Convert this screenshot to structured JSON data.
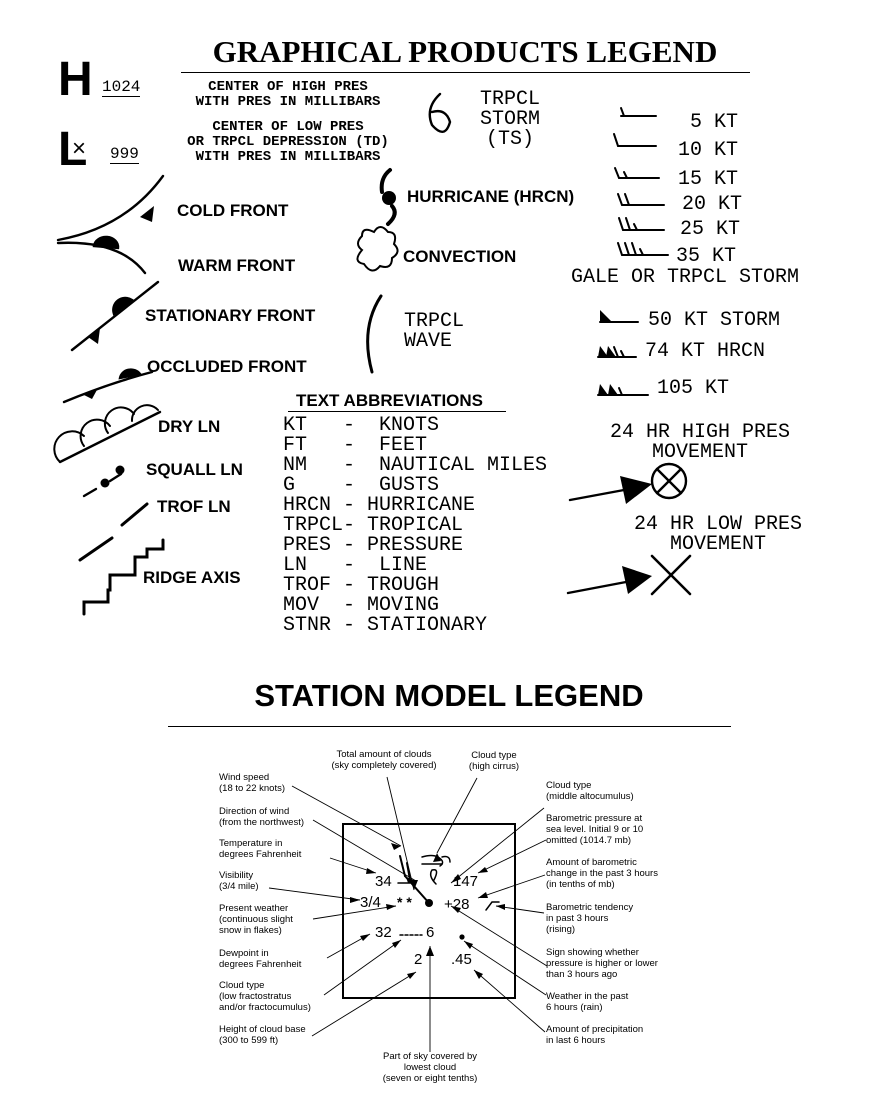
{
  "graphical": {
    "title": "GRAPHICAL PRODUCTS LEGEND",
    "high": {
      "letter": "H",
      "value": "1024",
      "line1": "CENTER OF HIGH PRES",
      "line2": "WITH PRES IN MILLIBARS"
    },
    "low": {
      "letter": "L",
      "value": "999",
      "line1": "CENTER OF LOW PRES",
      "line2": "OR TRPCL DEPRESSION (TD)",
      "line3": "WITH PRES IN MILLIBARS"
    },
    "fronts": {
      "cold": "COLD FRONT",
      "warm": "WARM FRONT",
      "stationary": "STATIONARY FRONT",
      "occluded": "OCCLUDED FRONT",
      "dry": "DRY LN",
      "squall": "SQUALL LN",
      "trof": "TROF LN",
      "ridge": "RIDGE AXIS"
    },
    "storms": {
      "ts_line1": "TRPCL",
      "ts_line2": "STORM",
      "ts_line3": "(TS)",
      "hurricane": "HURRICANE (HRCN)",
      "convection": "CONVECTION",
      "wave_line1": "TRPCL",
      "wave_line2": "WAVE"
    },
    "winds": [
      "5 KT",
      "10 KT",
      "15 KT",
      "20 KT",
      "25 KT",
      "35 KT"
    ],
    "gale": "GALE OR TRPCL STORM",
    "storm_winds": [
      "50 KT STORM",
      "74 KT HRCN",
      "105 KT"
    ],
    "abbrev_title": "TEXT ABBREVIATIONS",
    "abbreviations": [
      "KT   -  KNOTS",
      "FT   -  FEET",
      "NM   -  NAUTICAL MILES",
      "G    -  GUSTS",
      "HRCN - HURRICANE",
      "TRPCL- TROPICAL",
      "PRES - PRESSURE",
      "LN   -  LINE",
      "TROF - TROUGH",
      "MOV  - MOVING",
      "STNR - STATIONARY"
    ],
    "movement": {
      "high_line1": "24 HR HIGH PRES",
      "high_line2": "MOVEMENT",
      "low_line1": "24 HR LOW PRES",
      "low_line2": "MOVEMENT"
    }
  },
  "station": {
    "title": "STATION MODEL LEGEND",
    "values": {
      "temp": "34",
      "pressure": "147",
      "visibility": "3/4",
      "tendency": "+28",
      "dewpoint": "32",
      "low_cloud_cover": "6",
      "cloud_base": "2",
      "precip": ".45"
    },
    "labels": {
      "total_clouds": [
        "Total amount of clouds",
        "(sky completely covered)"
      ],
      "cloud_high": [
        "Cloud type",
        "(high cirrus)"
      ],
      "wind_speed": [
        "Wind speed",
        "(18 to 22 knots)"
      ],
      "wind_dir": [
        "Direction of wind",
        "(from the northwest)"
      ],
      "temperature": [
        "Temperature in",
        "degrees Fahrenheit"
      ],
      "visibility": [
        "Visibility",
        "(3/4 mile)"
      ],
      "present_weather": [
        "Present weather",
        "(continuous slight",
        "snow in flakes)"
      ],
      "dewpoint": [
        "Dewpoint in",
        "degrees Fahrenheit"
      ],
      "cloud_low": [
        "Cloud type",
        "(low fractostratus",
        "and/or fractocumulus)"
      ],
      "cloud_base": [
        "Height of cloud base",
        "(300 to 599 ft)"
      ],
      "sky_lowest": [
        "Part of sky covered by",
        "lowest cloud",
        "(seven or eight tenths)"
      ],
      "cloud_middle": [
        "Cloud type",
        "(middle altocumulus)"
      ],
      "baro": [
        "Barometric pressure at",
        "sea level. Initial 9 or 10",
        "omitted (1014.7 mb)"
      ],
      "baro_change": [
        "Amount of barometric",
        "change in the past 3 hours",
        "(in tenths of mb)"
      ],
      "baro_tendency": [
        "Barometric tendency",
        "in past 3 hours",
        "(rising)"
      ],
      "sign": [
        "Sign showing whether",
        "pressure is higher or lower",
        "than 3 hours ago"
      ],
      "weather_past": [
        "Weather in the past",
        "6 hours (rain)"
      ],
      "precip": [
        "Amount of precipitation",
        "in last 6 hours"
      ]
    }
  }
}
